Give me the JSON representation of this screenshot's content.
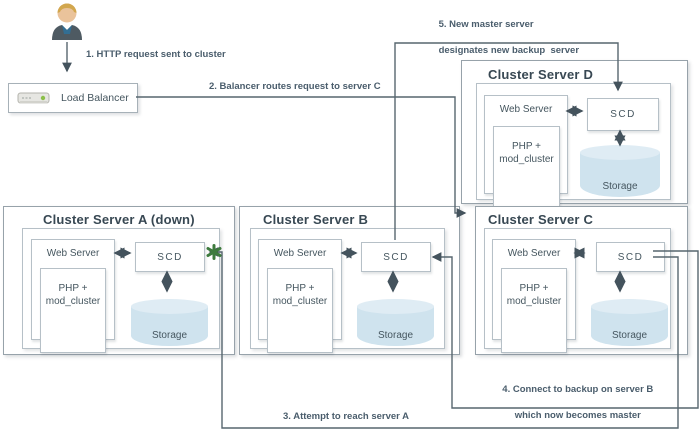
{
  "annotations": {
    "step1": "1. HTTP request sent to cluster",
    "step2": "2. Balancer routes request to server C",
    "step3": "3. Attempt to reach server A",
    "step4_line1": "4. Connect to backup on server B",
    "step4_line2": "which now becomes master",
    "step5_line1": "5. New master server",
    "step5_line2": "designates new backup  server"
  },
  "load_balancer": {
    "label": "Load Balancer"
  },
  "servers": [
    {
      "title": "Cluster Server D",
      "web_server_label": "Web Server",
      "php_line1": "PHP +",
      "php_line2": "mod_cluster",
      "scd_label": "SCD",
      "storage_label": "Storage"
    },
    {
      "title": "Cluster Server A (down)",
      "web_server_label": "Web Server",
      "php_line1": "PHP +",
      "php_line2": "mod_cluster",
      "scd_label": "SCD",
      "storage_label": "Storage"
    },
    {
      "title": "Cluster Server B",
      "web_server_label": "Web Server",
      "php_line1": "PHP +",
      "php_line2": "mod_cluster",
      "scd_label": "SCD",
      "storage_label": "Storage"
    },
    {
      "title": "Cluster Server C",
      "web_server_label": "Web Server",
      "php_line1": "PHP +",
      "php_line2": "mod_cluster",
      "scd_label": "SCD",
      "storage_label": "Storage"
    }
  ],
  "colors": {
    "line": "#57666f",
    "arrowhead": "#44535d",
    "failure_x": "#3e7b3e",
    "storage_fill": "#cfe3ee",
    "text": "#42525e"
  }
}
